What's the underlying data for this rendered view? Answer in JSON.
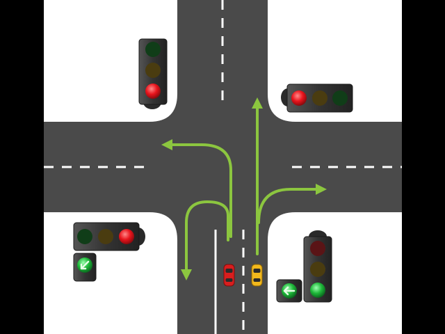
{
  "colors": {
    "frame": "#000000",
    "ground": "#ffffff",
    "road": "#4a4a4a",
    "lane_marking": "#ffffff",
    "arrow": "#8cc63f",
    "signal_body": "#3a3a3a",
    "signal_red_on": "#e8141c",
    "signal_red_off": "#5a1416",
    "signal_amber_off": "#4a3c10",
    "signal_green_on": "#1fb83a",
    "signal_green_off": "#103d18",
    "arrow_signal_on": "#22c24a",
    "car_red": "#d81e1e",
    "car_yellow": "#f2b81c"
  },
  "scene": {
    "type": "intersection",
    "maneuver_arrows": [
      "left-turn",
      "u-turn",
      "straight",
      "right-turn"
    ],
    "vehicles": [
      {
        "name": "red-car",
        "color": "car_red"
      },
      {
        "name": "yellow-car",
        "color": "car_yellow"
      }
    ],
    "traffic_lights": [
      {
        "name": "traffic-light-top-left",
        "lit": "red"
      },
      {
        "name": "traffic-light-top-right",
        "lit": "red"
      },
      {
        "name": "traffic-light-bottom-left",
        "lit": "red",
        "extra_section": "green-arrow-down-left"
      },
      {
        "name": "traffic-light-bottom-right",
        "lit": "green",
        "extra_section": "green-arrow-left"
      }
    ]
  }
}
